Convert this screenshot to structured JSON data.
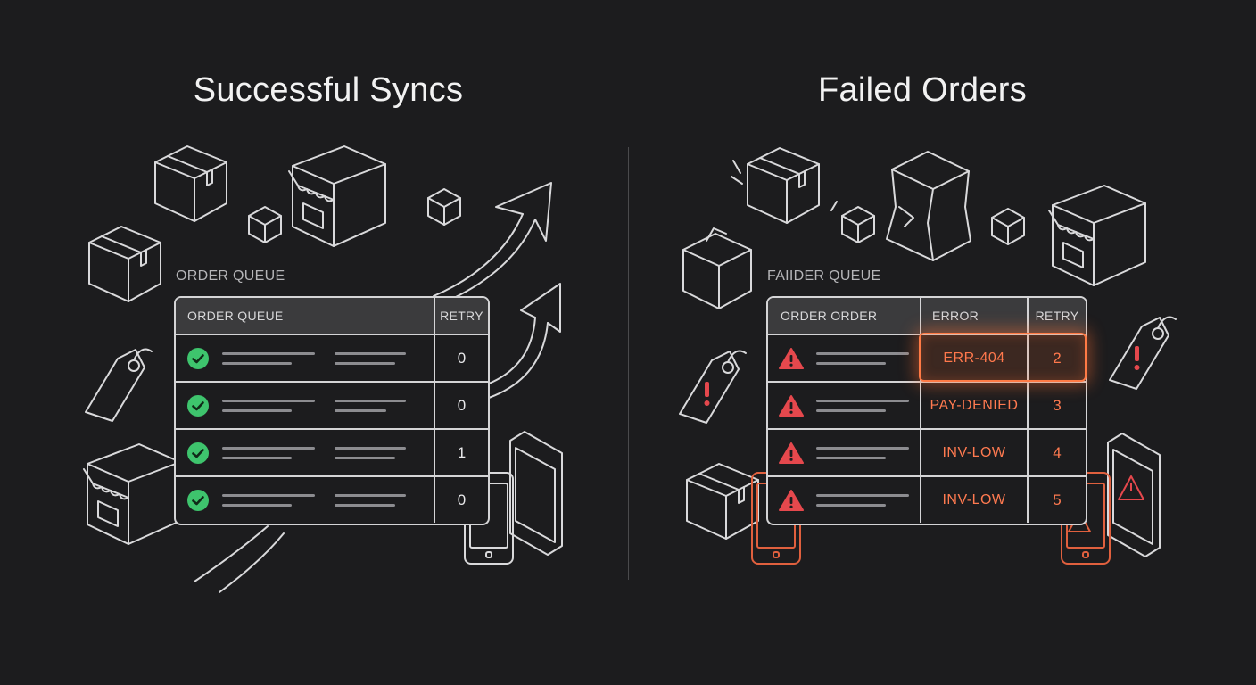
{
  "left_panel": {
    "title": "Successful Syncs",
    "queue_label": "ORDER QUEUE",
    "columns": [
      "ORDER QUEUE",
      "RETRY"
    ],
    "rows": [
      {
        "status": "check-circle-icon",
        "retry": "0"
      },
      {
        "status": "check-circle-icon",
        "retry": "0"
      },
      {
        "status": "check-circle-icon",
        "retry": "1"
      },
      {
        "status": "check-circle-icon",
        "retry": "0"
      }
    ]
  },
  "right_panel": {
    "title": "Failed Orders",
    "queue_label": "FAIIDER QUEUE",
    "columns": [
      "ORDER ORDER",
      "ERROR",
      "RETRY"
    ],
    "rows": [
      {
        "status": "warning-triangle-icon",
        "error": "ERR-404",
        "retry": "2",
        "highlighted": true
      },
      {
        "status": "warning-triangle-icon",
        "error": "PAY-DENIED",
        "retry": "3",
        "highlighted": false
      },
      {
        "status": "warning-triangle-icon",
        "error": "INV-LOW",
        "retry": "4",
        "highlighted": false
      },
      {
        "status": "warning-triangle-icon",
        "error": "INV-LOW",
        "retry": "5",
        "highlighted": false
      }
    ]
  },
  "colors": {
    "background": "#1c1c1e",
    "line_art": "#d9d9db",
    "success": "#3ec46d",
    "error": "#ff7a50",
    "warning": "#e5484d"
  },
  "decor_icons": [
    "package-box-icon",
    "storefront-icon",
    "cube-icon",
    "price-tag-icon",
    "smartphone-icon",
    "tablet-icon",
    "trend-arrow-icon",
    "damaged-box-icon",
    "alert-tag-icon",
    "alert-device-icon"
  ]
}
